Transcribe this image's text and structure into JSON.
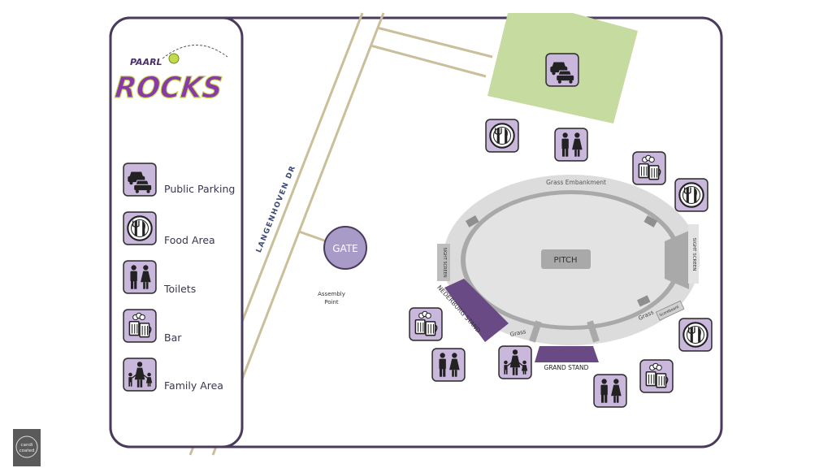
{
  "logo": {
    "top": "PAARL",
    "main": "ROCKS"
  },
  "legend": {
    "items": [
      {
        "icon": "car-parking-icon",
        "label": "Public Parking"
      },
      {
        "icon": "food-fork-knife-icon",
        "label": "Food Area"
      },
      {
        "icon": "toilets-icon",
        "label": "Toilets"
      },
      {
        "icon": "bar-beer-icon",
        "label": "Bar"
      },
      {
        "icon": "family-icon",
        "label": "Family Area"
      }
    ]
  },
  "map": {
    "road": "LANGENHOVEN DR",
    "gate": "GATE",
    "assembly_line1": "Assembly",
    "assembly_line2": "Point",
    "pitch": "PITCH",
    "grass_embankment": "Grass Embankment",
    "sight_screen_left": "SIGHT SCREEN",
    "sight_screen_right": "SIGHT SCREEN",
    "nederburg_stand": "NEDERBURG STAND",
    "grand_stand": "GRAND STAND",
    "grass_left": "Grass",
    "grass_right": "Grass",
    "scoreboard": "Scoreboard"
  },
  "credit": {
    "line1": "candi",
    "line2": "coated"
  },
  "colors": {
    "frame": "#4a3a5c",
    "icon_bg": "#c9b8dc",
    "stand": "#6a4a85",
    "parking_green": "#c6db9f",
    "road": "#c9bf9a",
    "ring_light": "#dcdcdc",
    "ring_dark": "#a9a9a9",
    "text_dark": "#3a3550"
  }
}
